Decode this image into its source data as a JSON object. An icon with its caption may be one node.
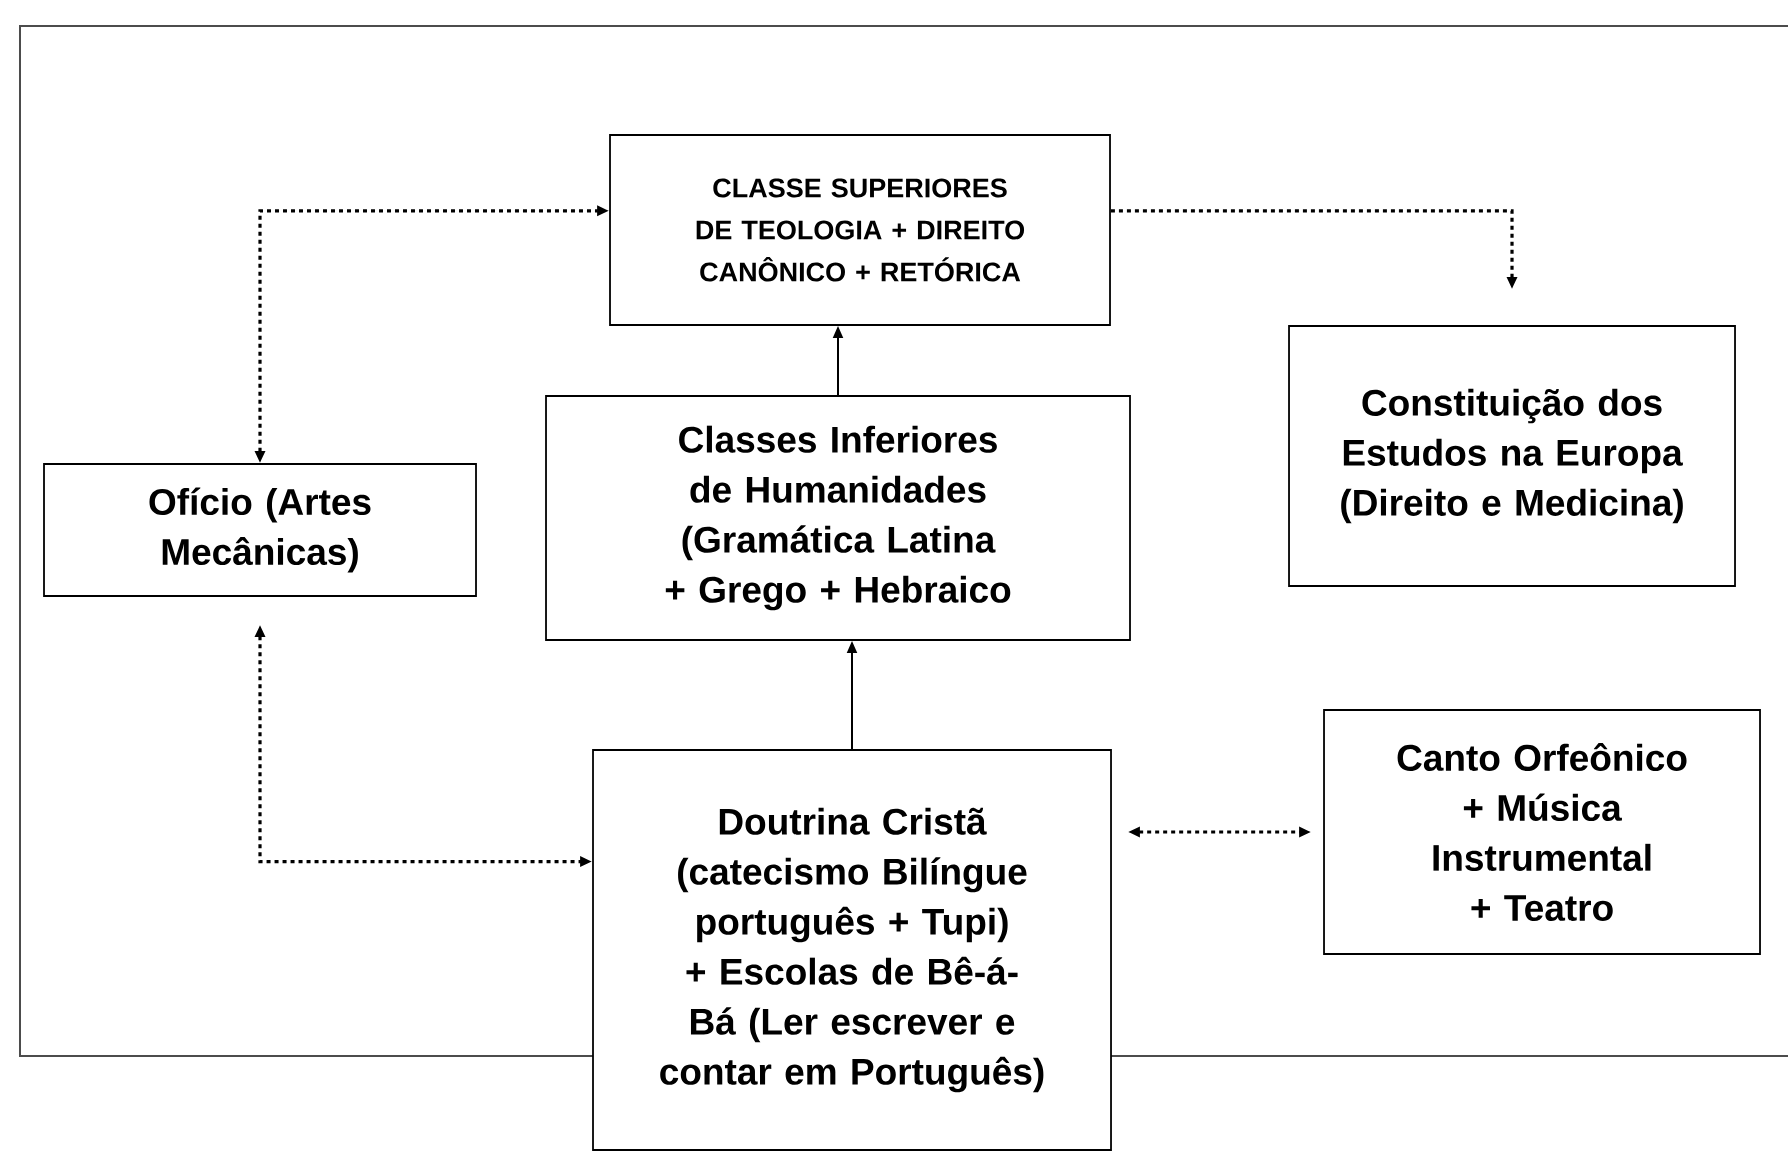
{
  "diagram": {
    "nodes": [
      {
        "text": [
          "CLASSE SUPERIORES DE TEOLOGIA + DIREITO CANÔNICO + RETÓRICA"
        ]
      },
      {
        "text": [
          "Classes Inferiores de Humanidades (Gramática Latina + Grego + Hebraico"
        ]
      },
      {
        "text": [
          "Constituição dos Estudos na Europa (Direito e Medicina)"
        ]
      },
      {
        "text": [
          "Ofício (Artes Mecânicas)"
        ]
      },
      {
        "text": [
          "Doutrina Cristã (catecismo Bilíngue português + Tupi) + Escolas de Bê-á-Bá (Ler escrever e contar em Português)"
        ]
      },
      {
        "text": [
          "Canto Orfeônico + Música Instrumental + Teatro"
        ]
      }
    ],
    "edges": [
      {
        "from": 3,
        "to": 0,
        "arrow": "both",
        "style": "dashed"
      },
      {
        "from": 0,
        "to": 2,
        "arrow": "to",
        "style": "dashed"
      },
      {
        "from": 1,
        "to": 0,
        "arrow": "to"
      },
      {
        "from": 4,
        "to": 1,
        "arrow": "to"
      },
      {
        "from": 3,
        "to": 4,
        "arrow": "both",
        "style": "dashed"
      },
      {
        "from": 4,
        "to": 5,
        "arrow": "both",
        "style": "dashed"
      }
    ]
  }
}
